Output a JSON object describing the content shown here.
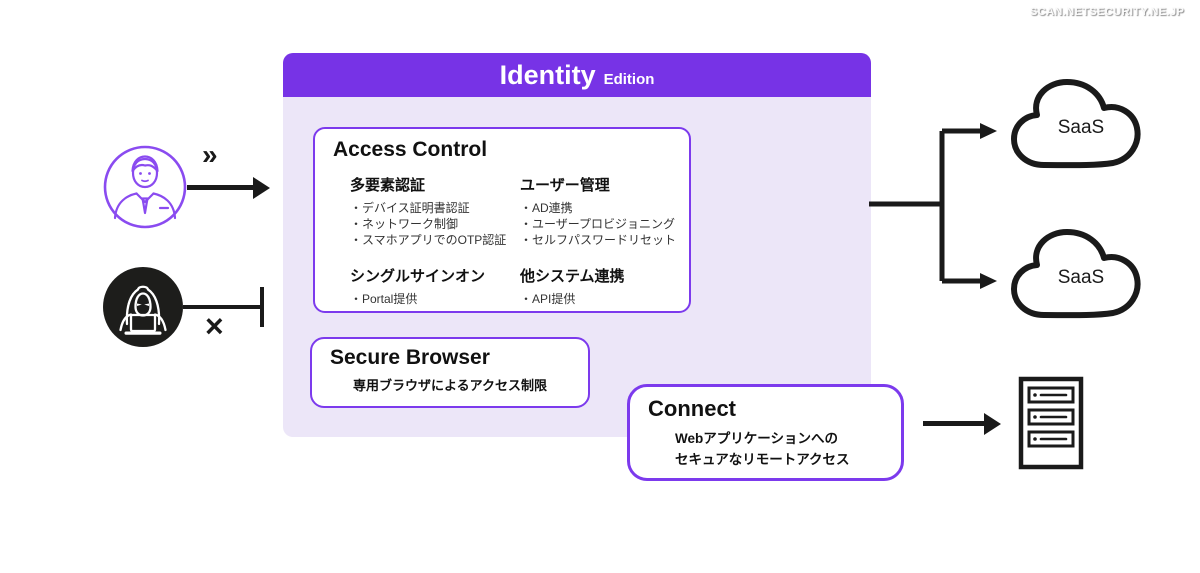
{
  "watermark": "SCAN.NETSECURITY.NE.JP",
  "identity_panel": {
    "title": "Identity",
    "edition": "Edition",
    "access_control": {
      "title": "Access Control",
      "sections": [
        {
          "heading": "多要素認証",
          "items": [
            "・デバイス証明書認証",
            "・ネットワーク制御",
            "・スマホアプリでのOTP認証"
          ]
        },
        {
          "heading": "ユーザー管理",
          "items": [
            "・AD連携",
            "・ユーザープロビジョニング",
            "・セルフパスワードリセット"
          ]
        },
        {
          "heading": "シングルサインオン",
          "items": [
            "・Portal提供"
          ]
        },
        {
          "heading": "他システム連携",
          "items": [
            "・API提供"
          ]
        }
      ]
    },
    "secure_browser": {
      "title": "Secure Browser",
      "description": "専用ブラウザによるアクセス制限"
    }
  },
  "connect": {
    "title": "Connect",
    "description_lines": [
      "Webアプリケーションへの",
      "セキュアなリモートアクセス"
    ]
  },
  "destinations": {
    "saas_top": "SaaS",
    "saas_bottom": "SaaS"
  },
  "annotations": {
    "allowed_flow_chevrons": "»",
    "blocked_cross": "×"
  },
  "icons": {
    "left_top": "business-user-icon",
    "left_bottom": "hacker-icon",
    "right_top": "cloud-icon",
    "right_bottom": "server-rack-icon"
  },
  "colors": {
    "brand_purple": "#7733E6",
    "panel_lavender": "#ECE6F8",
    "box_border_purple": "#7C3AED",
    "user_icon_purple": "#8A4BF0",
    "line_black": "#1A1A1A"
  }
}
